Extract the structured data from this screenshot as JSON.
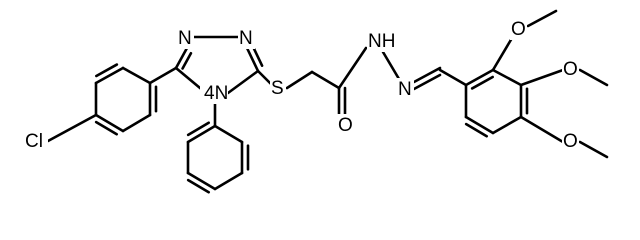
{
  "figure": {
    "background": "#ffffff",
    "bond_color": "#000000",
    "atoms": {
      "n_top_left": "N",
      "n_top_right": "N",
      "n_ring": "N",
      "s_thioether": "S",
      "nh_hydrazide": "NH",
      "h_hydrazide": "H",
      "n_imine": "N",
      "o_carbonyl": "O",
      "o_methoxy_2": "O",
      "o_methoxy_3": "O",
      "o_methoxy_4": "O",
      "cl_substituent": "Cl",
      "four": "4"
    }
  }
}
